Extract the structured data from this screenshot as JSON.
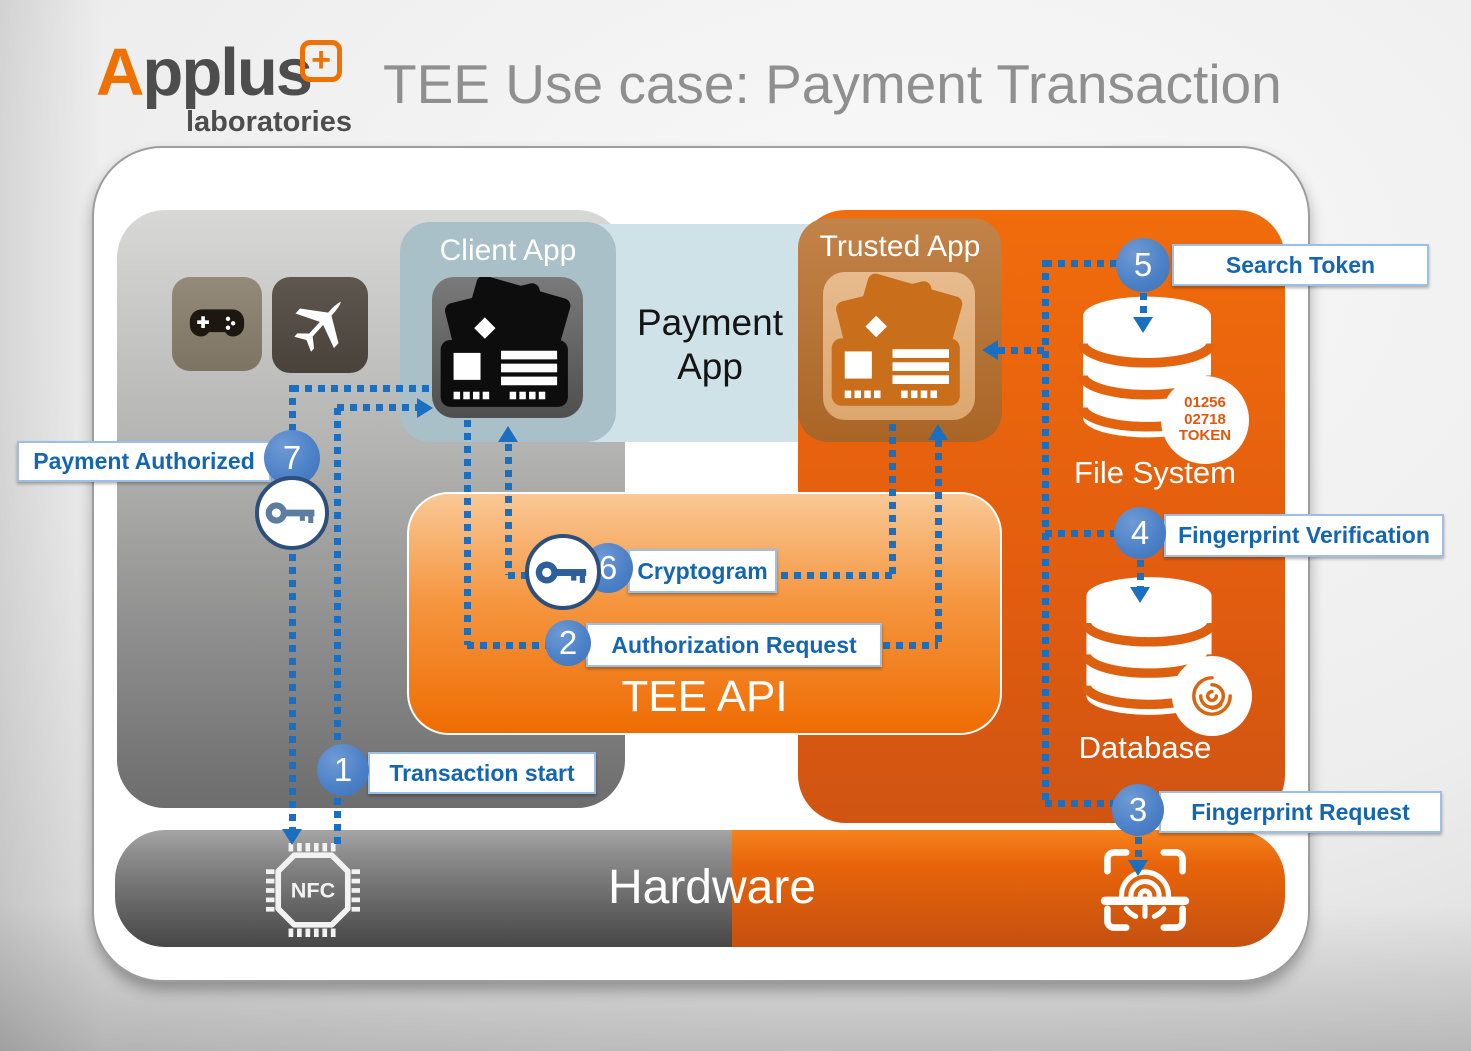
{
  "header": {
    "title": "TEE Use case: Payment Transaction",
    "logo": {
      "first_letter": "A",
      "rest": "pplus",
      "plus": "+",
      "sub": "laboratories"
    }
  },
  "zones": {
    "client_app": "Client App",
    "trusted_app": "Trusted App",
    "payment_app_line1": "Payment",
    "payment_app_line2": "App",
    "tee_api": "TEE API",
    "file_system": "File System",
    "database": "Database",
    "hardware": "Hardware",
    "nfc_chip": "NFC"
  },
  "token_badge": {
    "lines": [
      "01256",
      "02718",
      "TOKEN"
    ]
  },
  "steps": [
    {
      "num": "1",
      "label": "Transaction start"
    },
    {
      "num": "2",
      "label": "Authorization Request"
    },
    {
      "num": "3",
      "label": "Fingerprint Request"
    },
    {
      "num": "4",
      "label": "Fingerprint Verification"
    },
    {
      "num": "5",
      "label": "Search Token"
    },
    {
      "num": "6",
      "label": "Cryptogram"
    },
    {
      "num": "7",
      "label": "Payment Authorized"
    }
  ],
  "colors": {
    "flow_blue": "#1b6fc0",
    "step_circle_blue": "#4d82c8",
    "label_text_blue": "#1566b1",
    "tee_orange": "#e8630e",
    "brand_orange": "#ee7203",
    "ree_gray": "#a8a8a8",
    "client_box_blue": "#a9c0c9",
    "payment_band_blue": "#cfe2e8",
    "trusted_box_brown": "#b97b3d",
    "token_text_orange": "#e3560d"
  }
}
